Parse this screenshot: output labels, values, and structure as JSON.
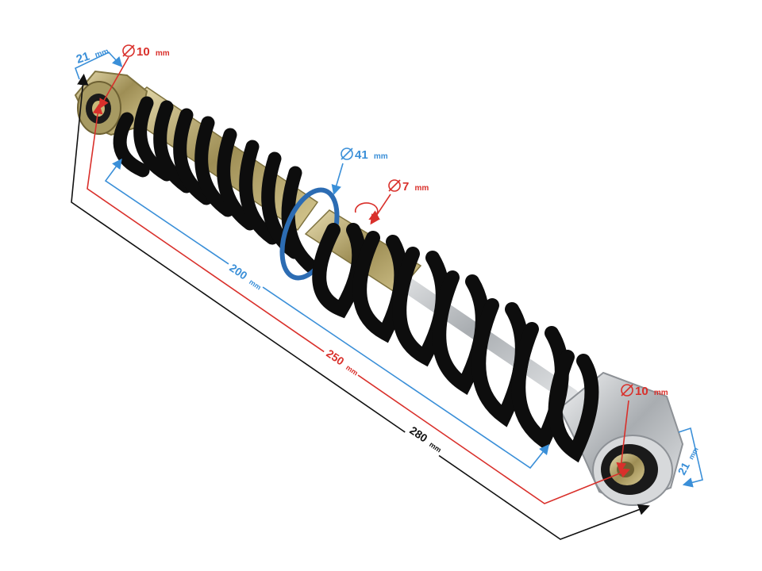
{
  "colors": {
    "blue": "#3a8fd8",
    "red": "#d9302b",
    "black": "#111111",
    "spring": "#0d0d0d",
    "steel": "#bfc3c7",
    "brass": "#c9b878"
  },
  "dimensions": {
    "top_eye_width": {
      "value": "21",
      "unit": "mm"
    },
    "top_bore": {
      "value": "10",
      "unit": "mm"
    },
    "spring_diameter": {
      "value": "41",
      "unit": "mm"
    },
    "wire_diameter": {
      "value": "7",
      "unit": "mm"
    },
    "spring_length": {
      "value": "200",
      "unit": "mm"
    },
    "center_distance": {
      "value": "250",
      "unit": "mm"
    },
    "total_length": {
      "value": "280",
      "unit": "mm"
    },
    "bottom_bore": {
      "value": "10",
      "unit": "mm"
    },
    "bottom_eye_width": {
      "value": "21",
      "unit": "mm"
    }
  },
  "icons": [
    "diameter-icon",
    "rotation-arrow-icon"
  ]
}
